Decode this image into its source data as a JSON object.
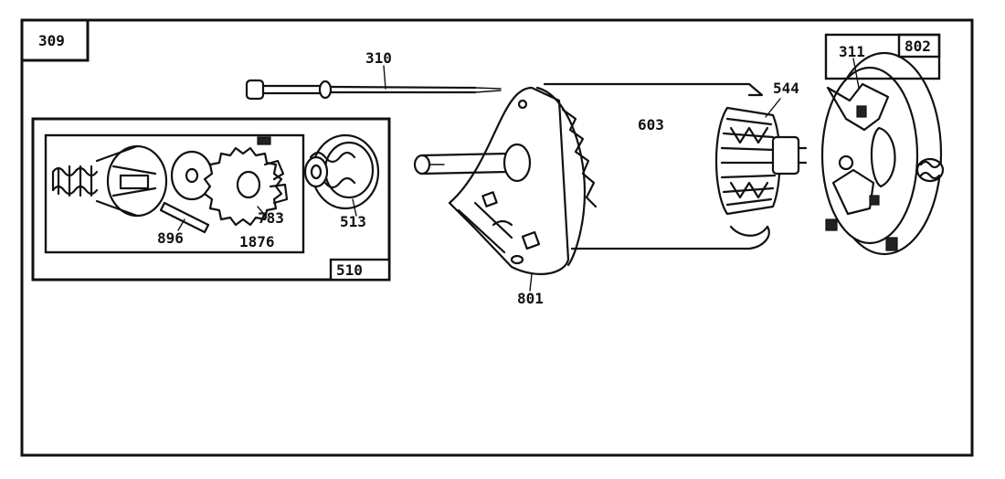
{
  "diagram": {
    "assembly_number": "309",
    "subassembly_number": "510",
    "part_labels": {
      "p310": "310",
      "p544": "544",
      "p311": "311",
      "p802": "802",
      "p603": "603",
      "p801": "801",
      "p896": "896",
      "p1876": "1876",
      "p783": "783",
      "p513": "513"
    }
  }
}
